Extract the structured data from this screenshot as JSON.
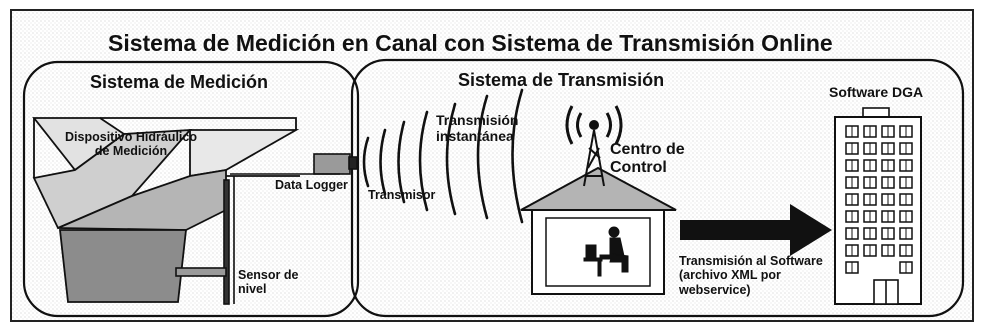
{
  "title": "Sistema de Medición en Canal con Sistema de Transmisión Online",
  "measurement": {
    "heading": "Sistema de Medición",
    "device_label_line1": "Dispositivo Hidráulico",
    "device_label_line2": "de Medición",
    "data_logger": "Data Logger",
    "sensor_line1": "Sensor de",
    "sensor_line2": "nivel"
  },
  "transmission": {
    "heading": "Sistema de Transmisión",
    "transmitter": "Transmisor",
    "instant_line1": "Transmisión",
    "instant_line2": "instantánea",
    "control_line1": "Centro de",
    "control_line2": "Control",
    "software_line1": "Transmisión al Software",
    "software_line2": "(archivo XML por",
    "software_line3": "webservice)"
  },
  "software": {
    "heading": "Software DGA"
  }
}
